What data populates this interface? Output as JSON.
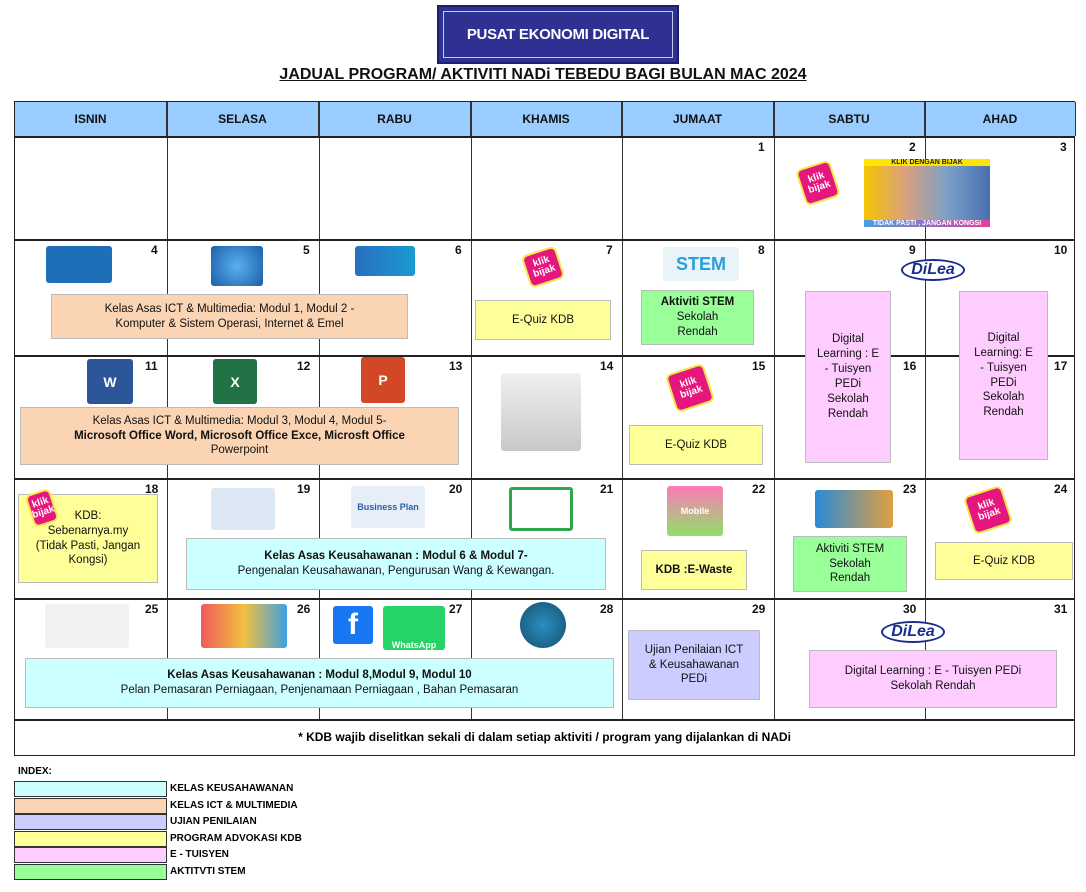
{
  "brand": "PUSAT EKONOMI DIGITAL",
  "title": "JADUAL PROGRAM/ AKTIVITI NADi TEBEDU BAGI BULAN MAC 2024",
  "days": [
    "ISNIN",
    "SELASA",
    "RABU",
    "KHAMIS",
    "JUMAAT",
    "SABTU",
    "AHAD"
  ],
  "dates": [
    "1",
    "2",
    "3",
    "4",
    "5",
    "6",
    "7",
    "8",
    "9",
    "10",
    "11",
    "12",
    "13",
    "14",
    "15",
    "16",
    "17",
    "18",
    "19",
    "20",
    "21",
    "22",
    "23",
    "24",
    "25",
    "26",
    "27",
    "28",
    "29",
    "30",
    "31"
  ],
  "events": {
    "ict1": [
      "Kelas Asas ICT & Multimedia:  Modul 1, Modul 2 -",
      "Komputer & Sistem Operasi, Internet & Emel"
    ],
    "equiz7": "E-Quiz KDB",
    "stem8": [
      "Aktiviti STEM",
      "Sekolah",
      "Rendah"
    ],
    "dl9": [
      "Digital",
      "Learning : E",
      "- Tuisyen",
      "PEDi",
      "Sekolah",
      "Rendah"
    ],
    "dl10": [
      "Digital",
      "Learning: E",
      "- Tuisyen",
      "PEDi",
      "Sekolah",
      "Rendah"
    ],
    "ict2": [
      "Kelas Asas ICT & Multimedia: Modul 3, Modul 4, Modul 5-",
      "Microsoft Office Word, Microsoft Office Exce, Microsft Office",
      "Powerpoint"
    ],
    "equiz15": "E-Quiz KDB",
    "kdb18": [
      "KDB:",
      "Sebenarnya.my",
      "(Tidak Pasti, Jangan",
      "Kongsi)"
    ],
    "keu1": [
      "Kelas Asas Keusahawanan : Modul 6 & Modul 7-",
      "Pengenalan Keusahawanan, Pengurusan Wang & Kewangan."
    ],
    "ewaste": "KDB :E-Waste",
    "stem23": [
      "Aktiviti STEM",
      "Sekolah",
      "Rendah"
    ],
    "equiz24": "E-Quiz KDB",
    "keu2": [
      "Kelas Asas Keusahawanan : Modul 8,Modul  9, Modul 10",
      "Pelan Pemasaran Perniagaan, Penjenamaan Perniagaan , Bahan Pemasaran"
    ],
    "ujian": [
      "Ujian Penilaian ICT",
      "& Keusahawanan",
      "PEDi"
    ],
    "dl30": [
      "Digital Learning : E - Tuisyen PEDi",
      "Sekolah Rendah"
    ]
  },
  "images": {
    "klik": "klik bijak",
    "dilea": "DiLea",
    "stem": "STEM",
    "banner_top": "KLIK DENGAN BIJAK",
    "banner_bottom": "TIDAK PASTI , JANGAN KONGSI",
    "word": "W",
    "excel": "X",
    "ppt": "P",
    "whatsapp": "WhatsApp",
    "bplan": "Business Plan",
    "mobile": "Mobile"
  },
  "footnote": "* KDB wajib diselitkan sekali di dalam setiap aktiviti / program yang dijalankan di NADi",
  "index": {
    "title": "INDEX:",
    "items": [
      {
        "label": "KELAS KEUSAHAWANAN",
        "color": "#ccffff"
      },
      {
        "label": "KELAS ICT & MULTIMEDIA",
        "color": "#fbd4b4"
      },
      {
        "label": "UJIAN PENILAIAN",
        "color": "#ccccff"
      },
      {
        "label": "PROGRAM ADVOKASI KDB",
        "color": "#ffff99"
      },
      {
        "label": "E - TUISYEN",
        "color": "#ffccff"
      },
      {
        "label": "AKTITVTI STEM",
        "color": "#99ff99"
      }
    ]
  }
}
